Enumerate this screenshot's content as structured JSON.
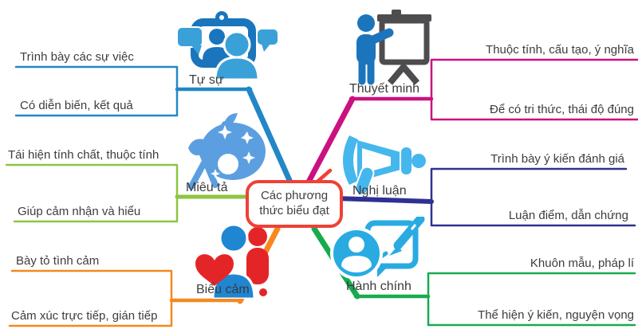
{
  "title": "Các phương thức biểu đạt",
  "center": {
    "line1": "Các phương",
    "line2": "thức biểu đạt"
  },
  "palette": {
    "center_border": "#ef4136",
    "text_dark": "#3d3d3d",
    "icon_blue_dark": "#1b75bc",
    "icon_blue_light": "#3aa0d8",
    "icon_sky": "#45b7ed",
    "icon_cyan": "#29abe2",
    "icon_red": "#e42528",
    "icon_gray": "#4d4d4f"
  },
  "branches": [
    {
      "id": "tu-su",
      "label": "Tự sự",
      "color": "#2287c6",
      "icon": "video-conversation-icon",
      "items": [
        "Trình bày các sự việc",
        "Có diễn biến, kết quả"
      ]
    },
    {
      "id": "mieu-ta",
      "label": "Miêu tả",
      "color": "#8cc63f",
      "icon": "paint-palette-icon",
      "items": [
        "Tái hiện tính chất, thuộc tính",
        "Giúp cảm nhận và hiểu"
      ]
    },
    {
      "id": "bieu-cam",
      "label": "Biểu cảm",
      "color": "#f6881f",
      "icon": "person-heart-icon",
      "items": [
        "Bày tỏ tình cảm",
        "Cảm xúc trực tiếp, gián tiếp"
      ]
    },
    {
      "id": "thuyet-minh",
      "label": "Thuyết minh",
      "color": "#cb1181",
      "icon": "presenter-board-icon",
      "items": [
        "Thuộc tính, cấu tạo, ý nghĩa",
        "Để có tri thức, thái độ đúng"
      ]
    },
    {
      "id": "nghi-luan",
      "label": "Nghị luận",
      "color": "#2e3192",
      "icon": "megaphone-icon",
      "items": [
        "Trình bày ý kiến đánh giá",
        "Luận điểm, dẫn chứng"
      ]
    },
    {
      "id": "hanh-chinh",
      "label": "Hành chính",
      "color": "#17ab4f",
      "icon": "person-document-pen-icon",
      "items": [
        "Khuôn mẫu, pháp lí",
        "Thể hiện ý kiến, nguyện vọng"
      ]
    }
  ]
}
